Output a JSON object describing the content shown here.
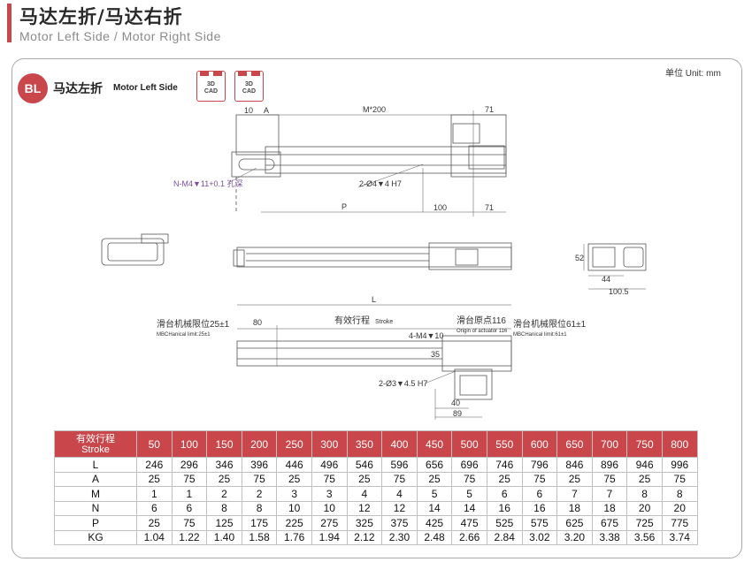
{
  "header": {
    "title": "马达左折/马达右折",
    "subtitle": "Motor Left Side / Motor Right Side"
  },
  "unit_label": "单位 Unit: mm",
  "section": {
    "badge": "BL",
    "title_cn": "马达左折",
    "title_en": "Motor Left Side",
    "cad_buttons": [
      "3D\nCAD",
      "3D\nCAD"
    ]
  },
  "drawing_labels": {
    "d10": "10",
    "dA": "A",
    "dM": "M*200",
    "d71a": "71",
    "dN": "N-M4▼11+0.1 孔深",
    "d2m4": "2-Ø4▼4 H7",
    "dP": "P",
    "d100": "100",
    "d71b": "71",
    "d52": "52",
    "d44": "44",
    "d1005": "100.5",
    "dL": "L",
    "d80": "80",
    "stroke_cn": "有效行程",
    "stroke_en": "Stroke",
    "origin_cn": "滑台原点116",
    "origin_en": "Origin of actuator 116",
    "mech_left_cn": "滑台机械限位25±1",
    "mech_left_en": "MBCHanical limit:25±1",
    "mech_right_cn": "滑台机械限位61±1",
    "mech_right_en": "MBCHanical limit:61±1",
    "d4m4": "4-M4▼10",
    "d35": "35",
    "d2m3": "2-Ø3▼4.5 H7",
    "d40": "40",
    "d89": "89"
  },
  "table": {
    "corner_cn": "有效行程",
    "corner_en": "Stroke",
    "columns": [
      "50",
      "100",
      "150",
      "200",
      "250",
      "300",
      "350",
      "400",
      "450",
      "500",
      "550",
      "600",
      "650",
      "700",
      "750",
      "800"
    ],
    "rows": [
      {
        "label": "L",
        "values": [
          "246",
          "296",
          "346",
          "396",
          "446",
          "496",
          "546",
          "596",
          "656",
          "696",
          "746",
          "796",
          "846",
          "896",
          "946",
          "996"
        ]
      },
      {
        "label": "A",
        "values": [
          "25",
          "75",
          "25",
          "75",
          "25",
          "75",
          "25",
          "75",
          "25",
          "75",
          "25",
          "75",
          "25",
          "75",
          "25",
          "75"
        ]
      },
      {
        "label": "M",
        "values": [
          "1",
          "1",
          "2",
          "2",
          "3",
          "3",
          "4",
          "4",
          "5",
          "5",
          "6",
          "6",
          "7",
          "7",
          "8",
          "8"
        ]
      },
      {
        "label": "N",
        "values": [
          "6",
          "6",
          "8",
          "8",
          "10",
          "10",
          "12",
          "12",
          "14",
          "14",
          "16",
          "16",
          "18",
          "18",
          "20",
          "20"
        ]
      },
      {
        "label": "P",
        "values": [
          "25",
          "75",
          "125",
          "175",
          "225",
          "275",
          "325",
          "375",
          "425",
          "475",
          "525",
          "575",
          "625",
          "675",
          "725",
          "775"
        ]
      },
      {
        "label": "KG",
        "values": [
          "1.04",
          "1.22",
          "1.40",
          "1.58",
          "1.76",
          "1.94",
          "2.12",
          "2.30",
          "2.48",
          "2.66",
          "2.84",
          "3.02",
          "3.20",
          "3.38",
          "3.56",
          "3.74"
        ]
      }
    ]
  },
  "colors": {
    "accent": "#c9474b",
    "line": "#555555"
  }
}
